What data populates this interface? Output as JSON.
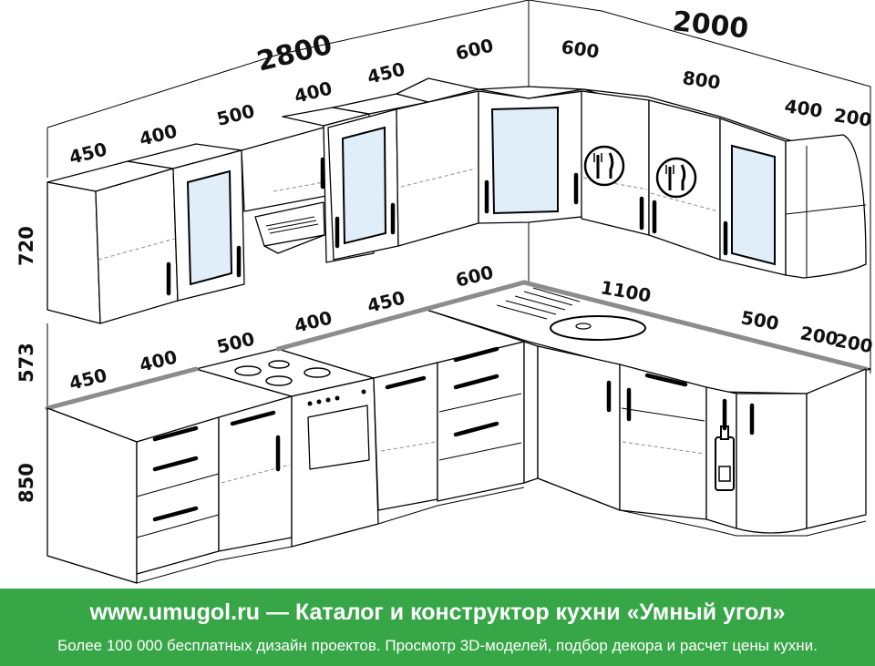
{
  "dimensions": {
    "upper_left_total": "2800",
    "upper_right_total": "2000",
    "upper_left_modules": [
      "450",
      "400",
      "500",
      "400",
      "450",
      "600"
    ],
    "upper_right_modules": [
      "600",
      "800",
      "400",
      "200"
    ],
    "lower_left_modules": [
      "450",
      "400",
      "500",
      "400",
      "450",
      "600"
    ],
    "lower_right_modules": [
      "1100",
      "500",
      "200",
      "200"
    ],
    "heights": [
      "720",
      "573",
      "850"
    ]
  },
  "banner": {
    "title": "www.umugol.ru — Каталог и конструктор кухни «Умный угол»",
    "subtitle": "Более 100 000 бесплатных дизайн проектов. Просмотр 3D-моделей, подбор декора и расчет цены кухни."
  },
  "colors": {
    "banner": "#37a647",
    "glass": "#dfeef8",
    "countertop_edge": "#8c8c8c"
  },
  "icons": [
    "fork-knife-icon",
    "bottle-icon"
  ]
}
